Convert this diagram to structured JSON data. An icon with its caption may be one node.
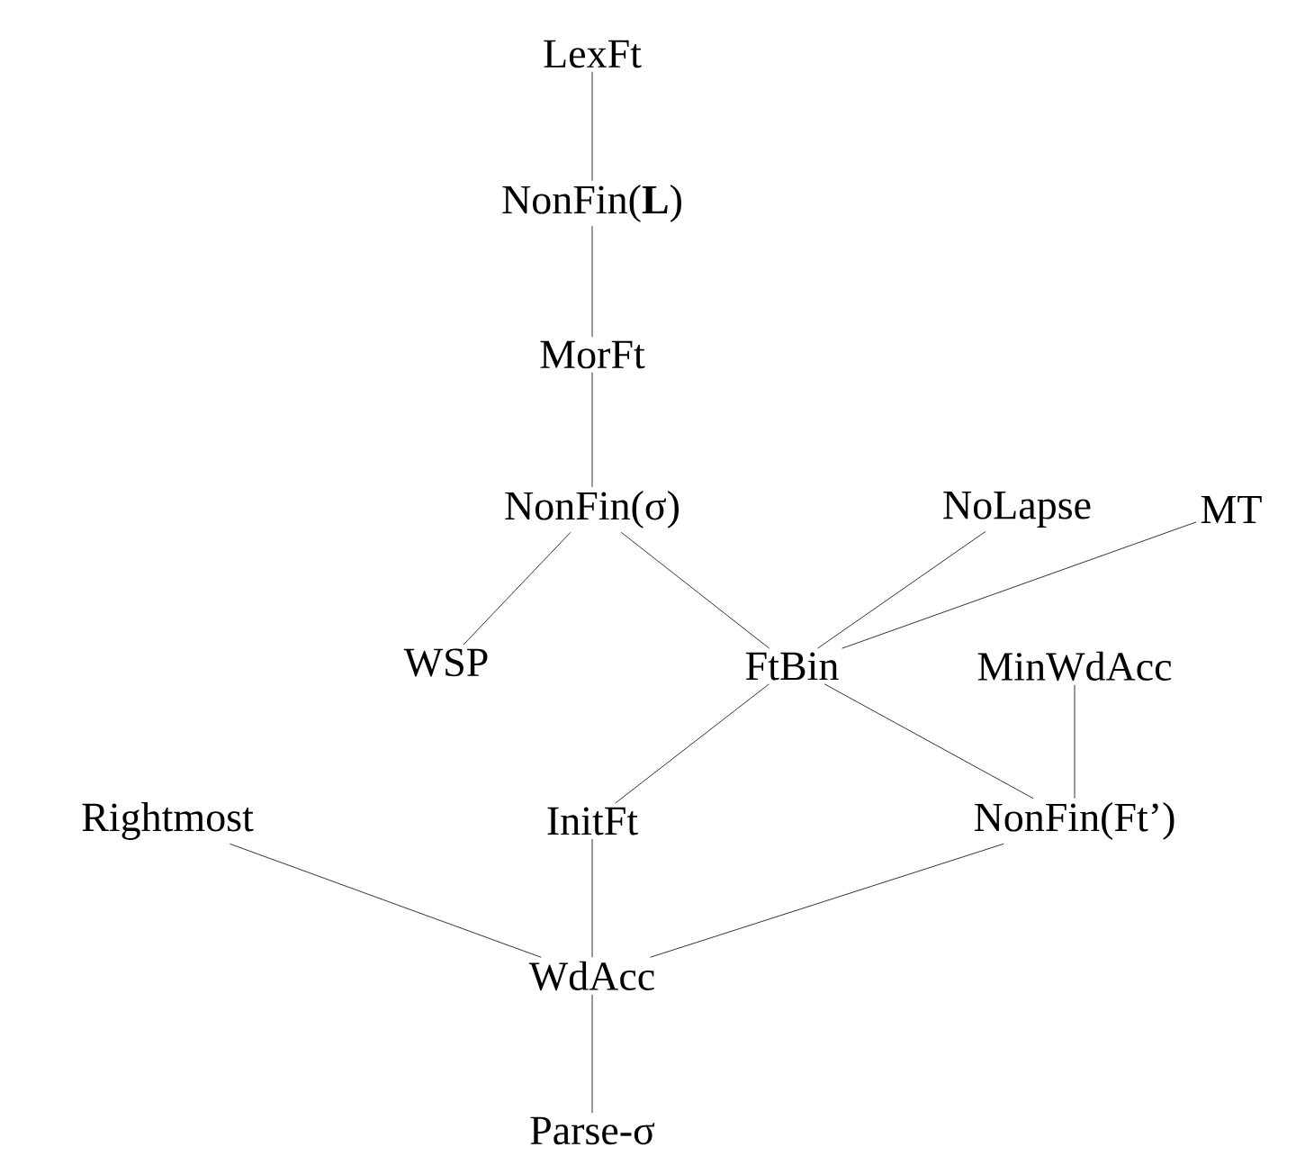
{
  "diagram": {
    "nodes": [
      {
        "text": [
          "LexFt"
        ]
      },
      {
        "text": [
          "NonFin(**L**)"
        ]
      },
      {
        "text": [
          "MorFt"
        ]
      },
      {
        "text": [
          "NonFin(σ)"
        ]
      },
      {
        "text": [
          "NoLapse"
        ]
      },
      {
        "text": [
          "MT"
        ]
      },
      {
        "text": [
          "WSP"
        ]
      },
      {
        "text": [
          "FtBin"
        ]
      },
      {
        "text": [
          "MinWdAcc"
        ]
      },
      {
        "text": [
          "Rightmost"
        ]
      },
      {
        "text": [
          "InitFt"
        ]
      },
      {
        "text": [
          "NonFin(Ft’)"
        ]
      },
      {
        "text": [
          "WdAcc"
        ]
      },
      {
        "text": [
          "Parse-σ"
        ]
      }
    ],
    "edges": [
      {
        "from": 0,
        "to": 1,
        "arrow": "none"
      },
      {
        "from": 1,
        "to": 2,
        "arrow": "none"
      },
      {
        "from": 2,
        "to": 3,
        "arrow": "none"
      },
      {
        "from": 3,
        "to": 6,
        "arrow": "none"
      },
      {
        "from": 3,
        "to": 7,
        "arrow": "none"
      },
      {
        "from": 4,
        "to": 7,
        "arrow": "none"
      },
      {
        "from": 5,
        "to": 7,
        "arrow": "none"
      },
      {
        "from": 7,
        "to": 10,
        "arrow": "none"
      },
      {
        "from": 7,
        "to": 11,
        "arrow": "none"
      },
      {
        "from": 8,
        "to": 11,
        "arrow": "none"
      },
      {
        "from": 9,
        "to": 12,
        "arrow": "none"
      },
      {
        "from": 10,
        "to": 12,
        "arrow": "none"
      },
      {
        "from": 11,
        "to": 12,
        "arrow": "none"
      },
      {
        "from": 12,
        "to": 13,
        "arrow": "none"
      }
    ]
  }
}
